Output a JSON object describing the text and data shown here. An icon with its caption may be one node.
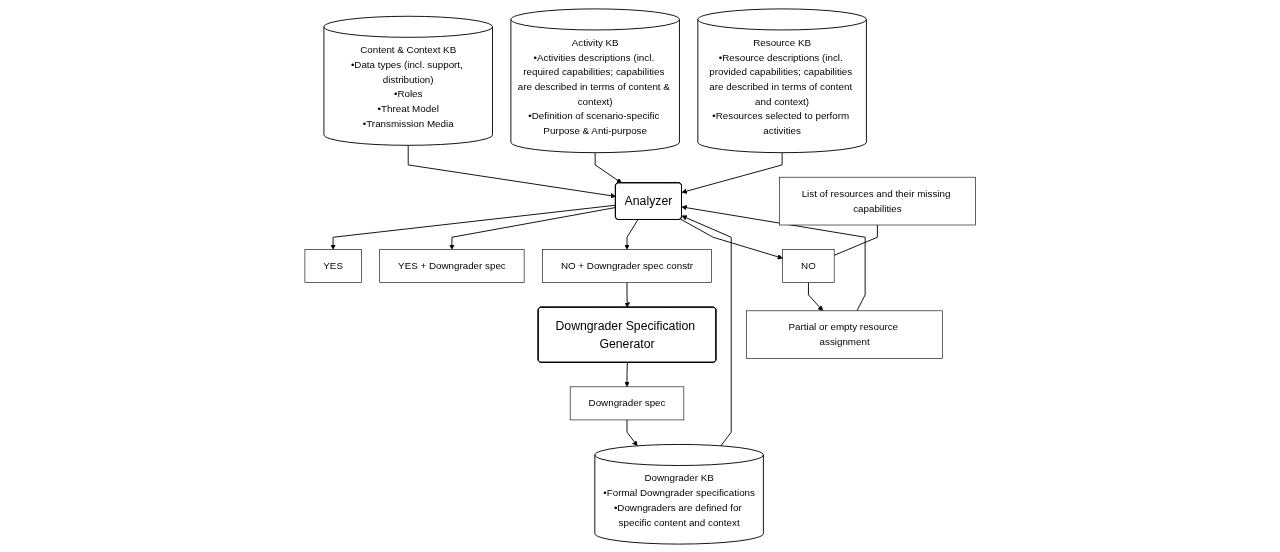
{
  "diagram": {
    "nodes": [
      {
        "text": [
          "Content & Context KB",
          "•Data types (incl. support, distribution)",
          "•Roles",
          "•Threat Model",
          "•Transmission Media"
        ]
      },
      {
        "text": [
          "Activity KB",
          "•Activities descriptions (incl. required capabilities; capabilities are described in terms of content & context)",
          "•Definition of scenario-specific Purpose & Anti-purpose"
        ]
      },
      {
        "text": [
          "Resource KB",
          "•Resource descriptions (incl. provided capabilities; capabilities are described in terms of content and context)",
          "•Resources selected to perform activities"
        ]
      },
      {
        "text": [
          "Downgrader KB",
          "•Formal Downgrader specifications",
          "•Downgraders are defined for specific content and context"
        ]
      },
      {
        "text": [
          "Analyzer"
        ]
      },
      {
        "text": [
          "Partial or empty resource assignment"
        ]
      },
      {
        "text": [
          "List of resources and their missing capabilities"
        ]
      },
      {
        "text": [
          "YES"
        ]
      },
      {
        "text": [
          "YES + Downgrader spec"
        ]
      },
      {
        "text": [
          "NO + Downgrader spec constr"
        ]
      },
      {
        "text": [
          "NO"
        ]
      },
      {
        "text": [
          "Downgrader spec"
        ]
      },
      {
        "text": [
          "Downgrader Specification Generator"
        ]
      }
    ],
    "edges": [
      {
        "from": 0,
        "to": 4,
        "arrow": "to"
      },
      {
        "from": 1,
        "to": 4,
        "arrow": "to"
      },
      {
        "from": 2,
        "to": 4,
        "arrow": "to"
      },
      {
        "from": 3,
        "to": 4,
        "arrow": "to"
      },
      {
        "from": 5,
        "to": 4,
        "arrow": "to"
      },
      {
        "from": 4,
        "to": 7,
        "arrow": "to"
      },
      {
        "from": 4,
        "to": 8,
        "arrow": "to"
      },
      {
        "from": 4,
        "to": 9,
        "arrow": "to"
      },
      {
        "from": 4,
        "to": 10,
        "arrow": "to"
      },
      {
        "from": 10,
        "to": 5,
        "arrow": "to"
      },
      {
        "from": 6,
        "to": 10,
        "arrow": "none"
      },
      {
        "from": 9,
        "to": 12,
        "arrow": "to"
      },
      {
        "from": 12,
        "to": 11,
        "arrow": "to"
      },
      {
        "from": 11,
        "to": 3,
        "arrow": "to"
      }
    ]
  }
}
